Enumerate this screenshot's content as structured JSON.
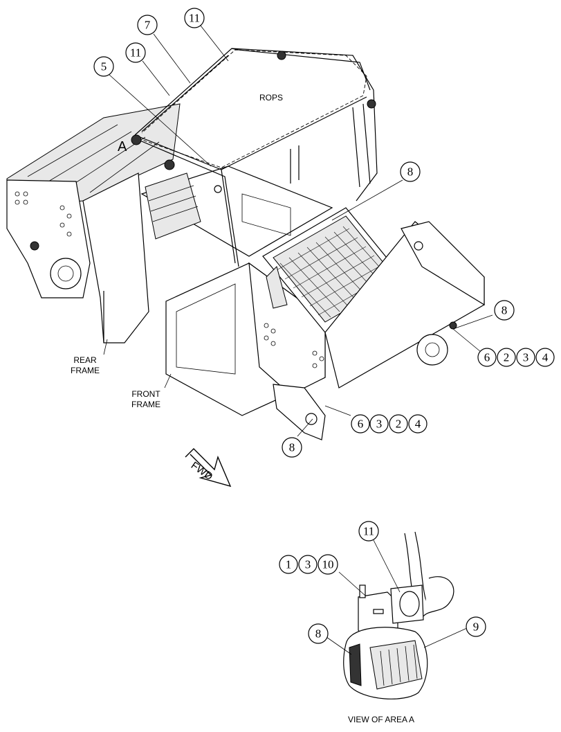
{
  "labels": {
    "rops": "ROPS",
    "view_marker": "A",
    "rear_frame_1": "REAR",
    "rear_frame_2": "FRAME",
    "front_frame_1": "FRONT",
    "front_frame_2": "FRAME",
    "fwd": "FWD",
    "view_caption": "VIEW OF AREA A"
  },
  "callouts": {
    "c11_top": "11",
    "c7": "7",
    "c11_left": "11",
    "c5": "5",
    "c8_center": "8",
    "c8_right": "8",
    "group_right": [
      "6",
      "2",
      "3",
      "4"
    ],
    "group_lower": [
      "6",
      "3",
      "2",
      "4"
    ],
    "c8_lower": "8",
    "c11_detail": "11",
    "group_detail": [
      "1",
      "3",
      "10"
    ],
    "c8_detail": "8",
    "c9_detail": "9"
  }
}
